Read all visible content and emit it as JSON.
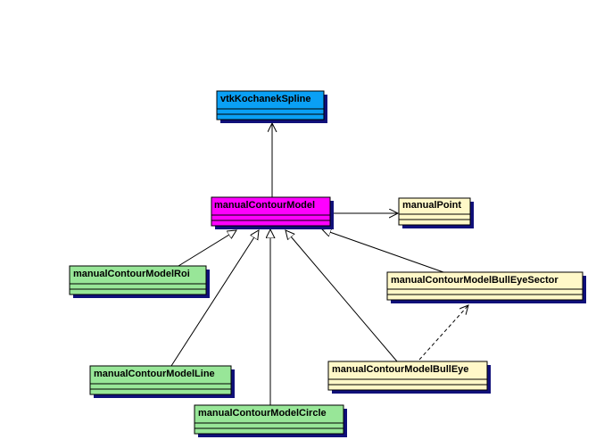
{
  "colors": {
    "blue": "#0aa0f5",
    "magenta": "#ff00ff",
    "yellow": "#fff8c8",
    "green": "#98e698",
    "shadow": "#10107a",
    "border": "#000000",
    "line": "#000000"
  },
  "classes": {
    "vtk": {
      "name": "vtkKochanekSpline"
    },
    "model": {
      "name": "manualContourModel"
    },
    "point": {
      "name": "manualPoint"
    },
    "roi": {
      "name": "manualContourModelRoi"
    },
    "sector": {
      "name": "manualContourModelBullEyeSector"
    },
    "line": {
      "name": "manualContourModelLine"
    },
    "bulleye": {
      "name": "manualContourModelBullEye"
    },
    "circle": {
      "name": "manualContourModelCircle"
    }
  }
}
